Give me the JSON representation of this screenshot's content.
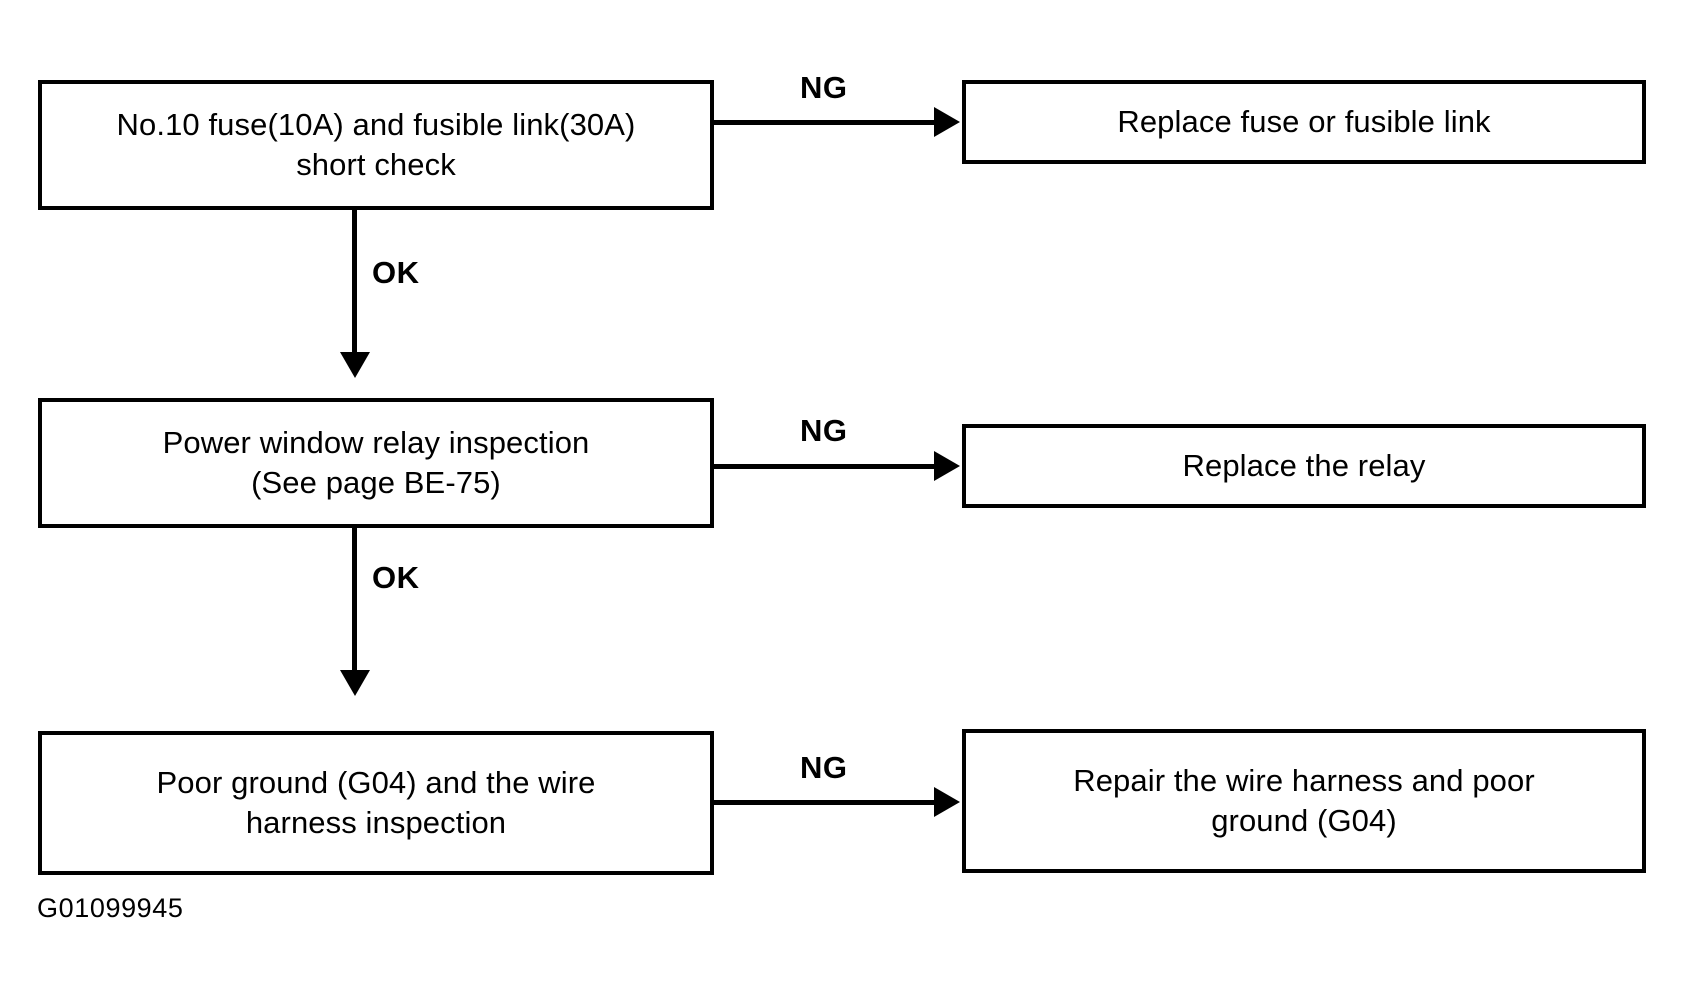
{
  "figure": {
    "id_caption": "G01099945",
    "type": "troubleshooting-flowchart"
  },
  "nodes": {
    "fuse_check": {
      "line1": "No.10 fuse(10A) and fusible link(30A)",
      "line2": "short check"
    },
    "replace_fuse": {
      "line1": "Replace fuse or fusible link"
    },
    "relay_check": {
      "line1": "Power window relay inspection",
      "line2": "(See page BE-75)"
    },
    "replace_relay": {
      "line1": "Replace the relay"
    },
    "ground_check": {
      "line1": "Poor ground (G04) and the wire",
      "line2": "harness inspection"
    },
    "repair_harness": {
      "line1": "Repair the wire harness and poor",
      "line2": "ground (G04)"
    }
  },
  "edges": {
    "ng1": "NG",
    "ng2": "NG",
    "ng3": "NG",
    "ok1": "OK",
    "ok2": "OK"
  },
  "colors": {
    "ink": "#000000",
    "paper": "#ffffff"
  }
}
